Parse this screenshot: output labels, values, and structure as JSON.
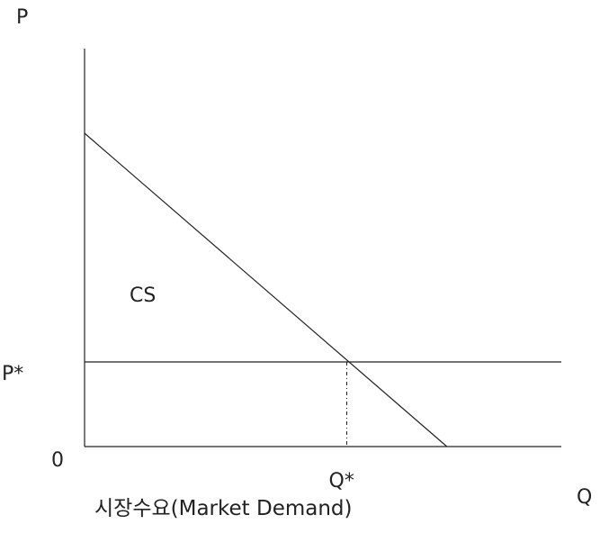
{
  "chart_data": {
    "type": "line",
    "title": "",
    "caption": "시장수요(Market Demand)",
    "xlabel": "Q",
    "ylabel": "P",
    "origin_label": "0",
    "x_tick_label": "Q*",
    "y_tick_label": "P*",
    "region_label": "CS",
    "xlim": [
      0,
      1
    ],
    "ylim": [
      0,
      1
    ],
    "grid": false,
    "series": [
      {
        "role": "demand",
        "x": [
          0,
          0.76
        ],
        "y": [
          1,
          0
        ]
      },
      {
        "role": "price",
        "x": [
          0,
          1
        ],
        "y": [
          0.27,
          0.27
        ]
      }
    ],
    "equilibrium": {
      "x": 0.55,
      "y": 0.27
    },
    "colors": {
      "line": "#222222",
      "text": "#222222",
      "background": "#ffffff"
    }
  }
}
